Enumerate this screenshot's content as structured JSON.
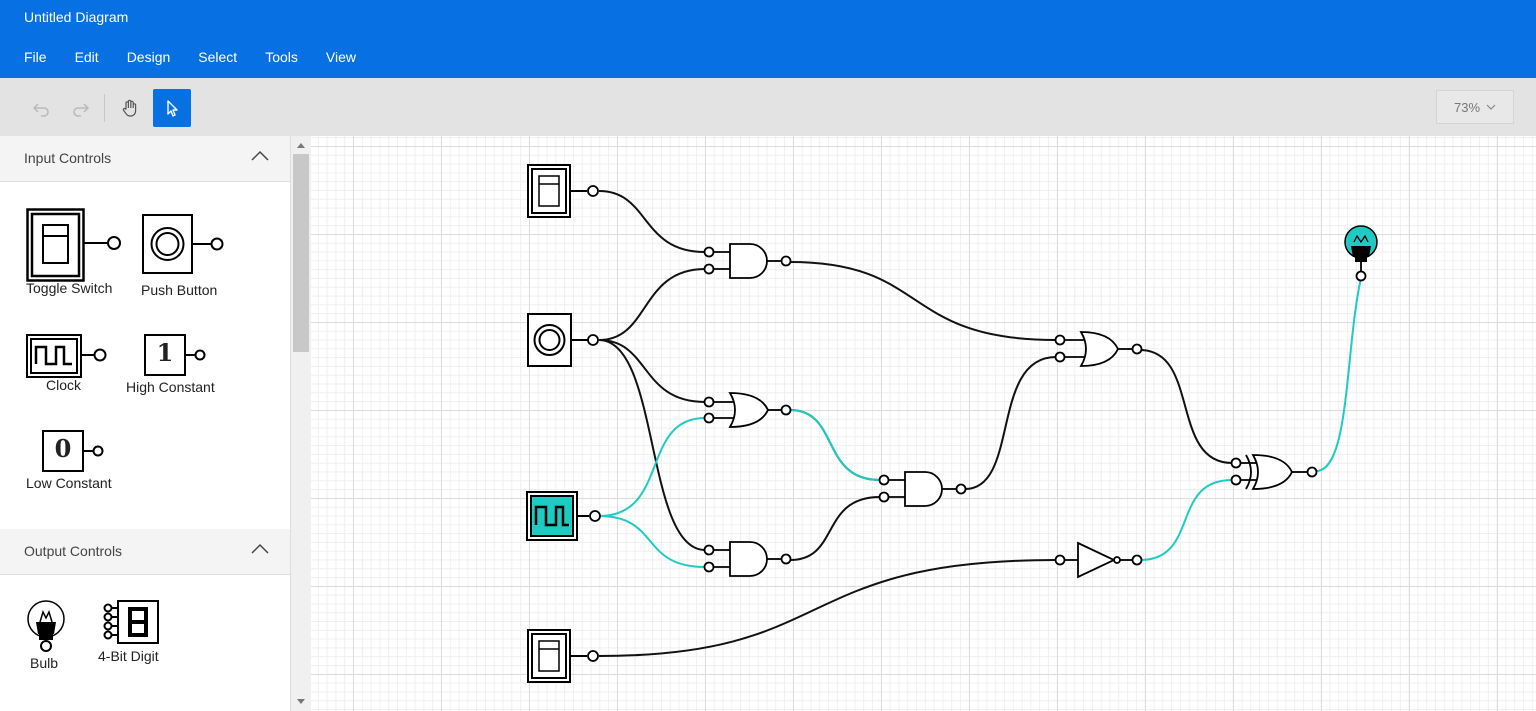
{
  "app": {
    "title": "Untitled Diagram",
    "accent_color": "#0770e3",
    "wire_active_color": "#1ecbc2"
  },
  "menu": {
    "items": [
      "File",
      "Edit",
      "Design",
      "Select",
      "Tools",
      "View"
    ]
  },
  "toolbar": {
    "undo_icon": "undo-icon",
    "redo_icon": "redo-icon",
    "pan_icon": "hand-icon",
    "select_icon": "pointer-icon",
    "active_tool": "select",
    "zoom_value": "73%"
  },
  "palette": {
    "input_controls": {
      "title": "Input Controls",
      "items": [
        "Toggle Switch",
        "Push Button",
        "Clock",
        "High Constant",
        "Low Constant"
      ]
    },
    "output_controls": {
      "title": "Output Controls",
      "items": [
        "Bulb",
        "4-Bit Digit"
      ]
    },
    "constant_high_glyph": "1",
    "constant_low_glyph": "0"
  }
}
